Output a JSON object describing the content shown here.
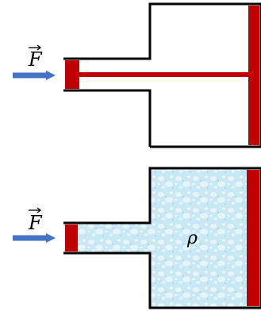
{
  "diagram": {
    "top_panel": {
      "force_label": "F"
    },
    "bottom_panel": {
      "force_label": "F",
      "fluid_label": "ρ"
    },
    "colors": {
      "outline": "#000000",
      "piston": "#c00000",
      "arrow": "#4472c4",
      "fluid": "#c8e8f4",
      "droplet": "#eaf7fc"
    }
  }
}
